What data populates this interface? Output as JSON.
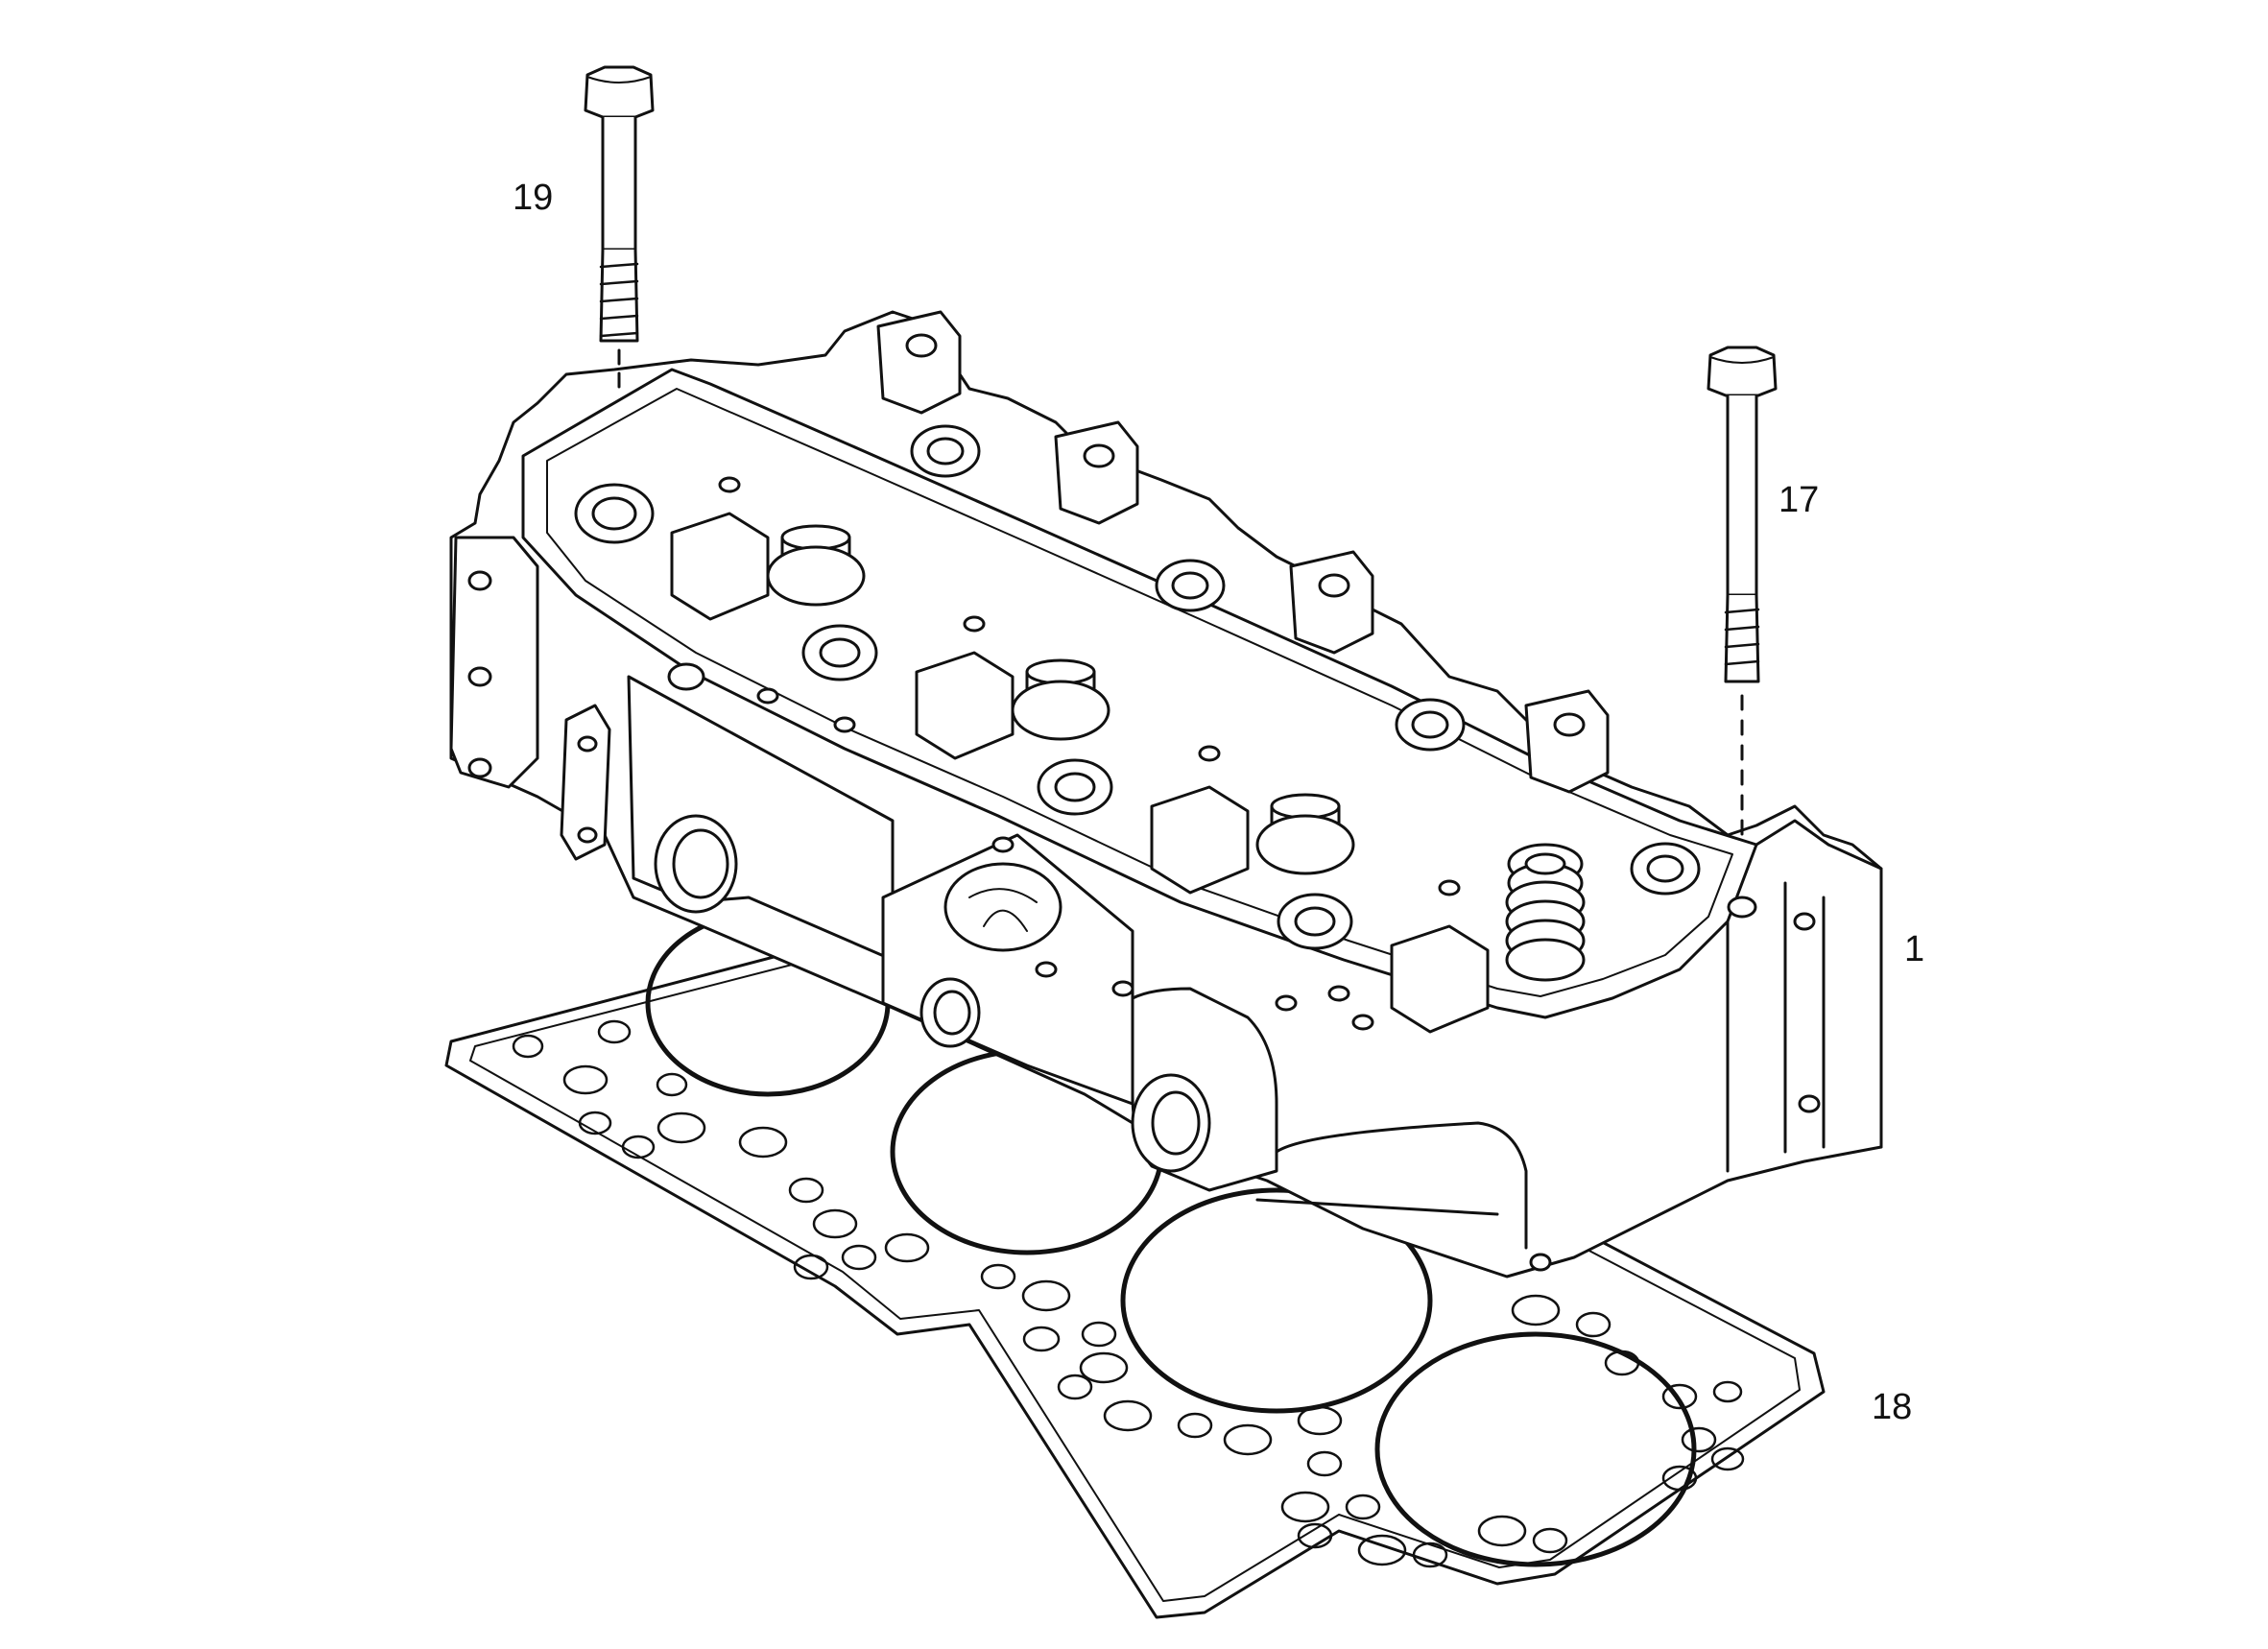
{
  "diagram": {
    "callouts": {
      "bolt_short": "19",
      "bolt_long": "17",
      "cylinder_head": "1",
      "head_gasket": "18"
    },
    "colors": {
      "line": "#111111",
      "background": "#ffffff"
    }
  }
}
